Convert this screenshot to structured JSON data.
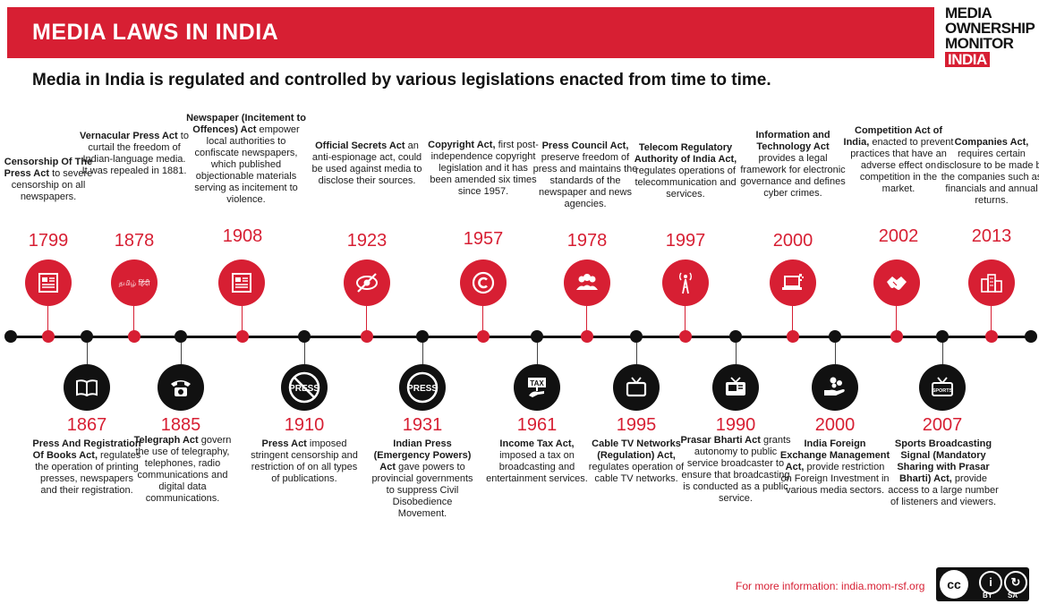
{
  "header": {
    "title": "MEDIA LAWS IN INDIA",
    "subtitle": "Media in India is regulated and controlled by various legislations enacted from time to time."
  },
  "logo": {
    "line1": "MEDIA",
    "line2": "OWNERSHIP",
    "line3": "MONITOR",
    "line4": "INDIA"
  },
  "colors": {
    "accent": "#d71f33",
    "dark": "#111111"
  },
  "events_top": [
    {
      "year": "1799",
      "bold": "Censorship Of The Press Act",
      "text": " to severe censorship on all newspapers.",
      "icon": "newspaper-icon"
    },
    {
      "year": "1878",
      "bold": "Vernacular Press Act",
      "text": " to curtail the freedom of Indian-language media. It was repealed in 1881.",
      "icon": "languages-icon",
      "icon_text": "தமிழ் हिंदी"
    },
    {
      "year": "1908",
      "bold": "Newspaper (Incitement to Offences) Act",
      "text": " empower local authorities to confiscate newspapers, which published objectionable materials serving as incitement to violence.",
      "icon": "newspaper-icon"
    },
    {
      "year": "1923",
      "bold": "Official Secrets Act",
      "text": " an anti-espionage act, could be used against media to disclose their sources.",
      "icon": "eye-slash-icon"
    },
    {
      "year": "1957",
      "bold": "Copyright Act,",
      "text": " first post-independence copyright legislation and it has been amended six times since 1957.",
      "icon": "copyright-icon"
    },
    {
      "year": "1978",
      "bold": "Press Council Act,",
      "text": " preserve freedom of press and maintains the standards of the newspaper and news agencies.",
      "icon": "people-icon"
    },
    {
      "year": "1997",
      "bold": "Telecom Regulatory Authority of India Act,",
      "text": " regulates operations of telecommunication and services.",
      "icon": "antenna-tower-icon"
    },
    {
      "year": "2000",
      "bold": "Information and Technology Act",
      "text": " provides a legal framework for electronic governance and defines cyber crimes.",
      "icon": "laptop-icon"
    },
    {
      "year": "2002",
      "bold": "Competition Act of India,",
      "text": " enacted to prevent practices that have an adverse effect on competition in the market.",
      "icon": "handshake-icon"
    },
    {
      "year": "2013",
      "bold": "Companies Act,",
      "text": " requires certain disclosure to be made by the companies such as financials and annual returns.",
      "icon": "buildings-icon"
    }
  ],
  "events_bottom": [
    {
      "year": "1867",
      "bold": "Press And Registration Of Books Act,",
      "text": " regulates the operation of printing presses, newspapers and their registration.",
      "icon": "book-icon"
    },
    {
      "year": "1885",
      "bold": "Telegraph Act",
      "text": " govern the use of telegraphy, telephones, radio communications and digital data communications.",
      "icon": "telephone-icon"
    },
    {
      "year": "1910",
      "bold": "Press Act",
      "text": " imposed stringent censorship and restriction of on all types of publications.",
      "icon": "press-banned-icon",
      "icon_text": "PRESS"
    },
    {
      "year": "1931",
      "bold": "Indian Press (Emergency Powers) Act",
      "text": " gave powers to provincial governments to suppress Civil Disobedience Movement.",
      "icon": "press-icon",
      "icon_text": "PRESS"
    },
    {
      "year": "1961",
      "bold": "Income Tax Act,",
      "text": " imposed a tax on broadcasting and entertainment services.",
      "icon": "tax-icon",
      "icon_text": "TAX"
    },
    {
      "year": "1995",
      "bold": "Cable TV Networks (Regulation) Act,",
      "text": " regulates operation of cable TV networks.",
      "icon": "television-icon"
    },
    {
      "year": "1990",
      "bold": "Prasar Bharti Act",
      "text": " grants autonomy to public service broadcaster to ensure that broadcasting is conducted as a public service.",
      "icon": "broadcast-tv-icon"
    },
    {
      "year": "2000",
      "bold": "India Foreign Exchange Management Act,",
      "text": " provide restriction on Foreign Investment in various media sectors.",
      "icon": "money-hand-icon"
    },
    {
      "year": "2007",
      "bold": "Sports Broadcasting Signal (Mandatory Sharing with Prasar Bharti) Act,",
      "text": " provide access to a large number of listeners and viewers.",
      "icon": "sports-tv-icon",
      "icon_text": "SPORTS"
    }
  ],
  "footer": {
    "info": "For more information: india.mom-rsf.org"
  },
  "license": {
    "cc": "cc",
    "by": "BY",
    "sa": "SA"
  }
}
